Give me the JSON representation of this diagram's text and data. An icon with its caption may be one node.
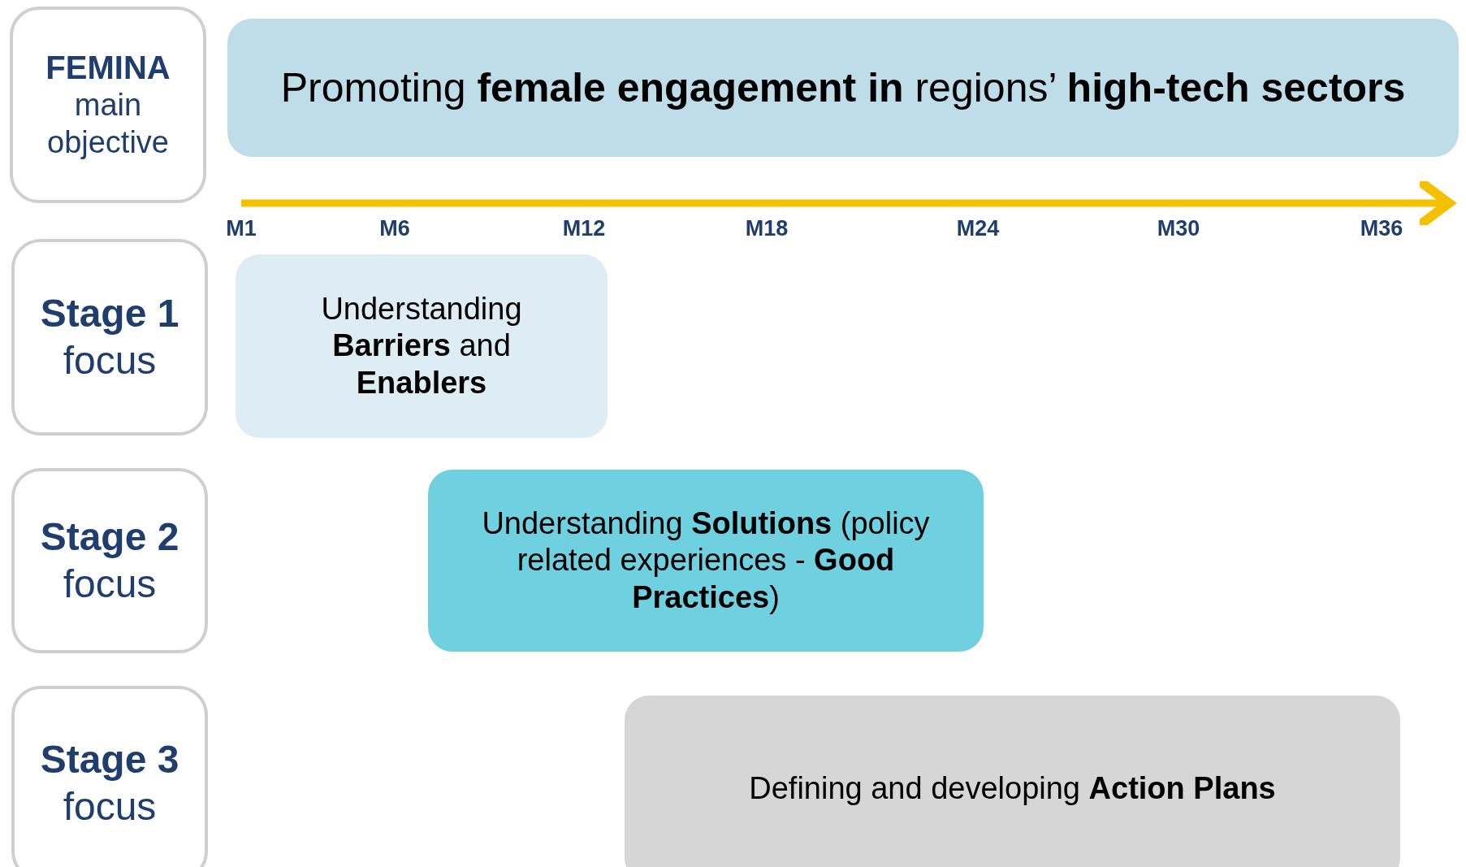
{
  "diagram": {
    "nodes": [
      {
        "text": [
          "FEMINA",
          "main objective"
        ]
      },
      {
        "text": [
          "Promoting **female engagement  in** regions’ **high-tech sectors**"
        ]
      },
      {
        "text": [
          "Stage 1",
          "focus"
        ]
      },
      {
        "text": [
          "Understanding **Barriers** and **Enablers**"
        ]
      },
      {
        "text": [
          "Stage 2",
          "focus"
        ]
      },
      {
        "text": [
          "Understanding **Solutions** (policy related experiences - **Good Practices**)"
        ]
      },
      {
        "text": [
          "Stage 3",
          "focus"
        ]
      },
      {
        "text": [
          "Defining and developing **Action Plans**"
        ]
      }
    ],
    "edges": [],
    "labels": [
      "M1",
      "M6",
      "M12",
      "M18",
      "M24",
      "M30",
      "M36"
    ]
  }
}
